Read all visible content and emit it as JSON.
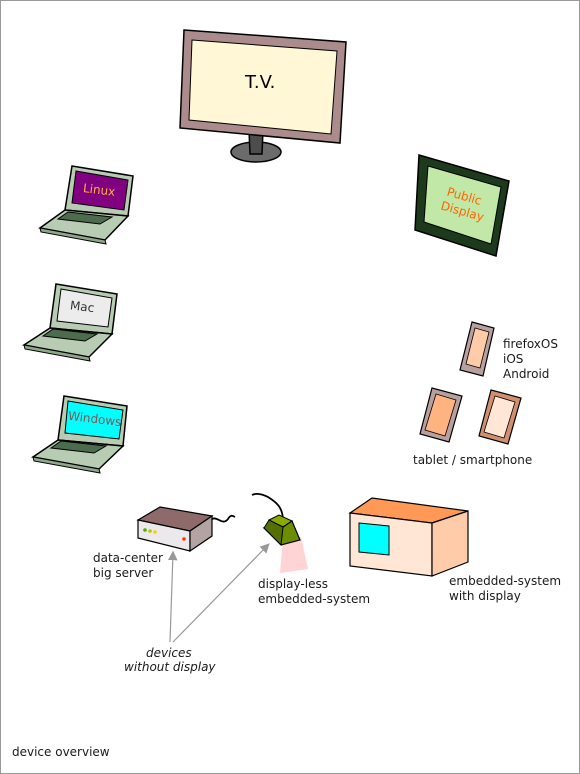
{
  "title": "device overview",
  "devices": {
    "tv": {
      "label": "T.V."
    },
    "public_display": {
      "line1": "Public",
      "line2": "Display"
    },
    "linux": {
      "label": "Linux"
    },
    "mac": {
      "label": "Mac"
    },
    "windows": {
      "label": "Windows"
    },
    "mobile": {
      "os1": "firefoxOS",
      "os2": "iOS",
      "os3": "Android",
      "caption": "tablet / smartphone"
    },
    "server": {
      "line1": "data-center",
      "line2": "big server"
    },
    "displayless": {
      "line1": "display-less",
      "line2": "embedded-system"
    },
    "embedded": {
      "line1": "embedded-system",
      "line2": "with display"
    },
    "nodisplay": {
      "line1": "devices",
      "line2": "without display"
    }
  },
  "colors": {
    "tv_frame": "#ab8b8b",
    "tv_screen": "#fff7d5",
    "public_frame": "#1d3a1d",
    "public_screen": "#c2e8a8",
    "public_text": "#ff6600",
    "laptop_body": "#b8ccb4",
    "linux_screen": "#800080",
    "linux_text": "#ffb13b",
    "mac_screen": "#ececec",
    "windows_screen": "#00ffff",
    "windows_text": "#8b5252",
    "tablet_frame": "#b8a0a0",
    "tablet_screen": "#ffccaa",
    "server_top": "#8e6a6a",
    "embedded_top": "#ff9955",
    "embedded_front": "#ffe6d5",
    "embedded_screen": "#00ffff",
    "sensor": "#6b8e00",
    "arrow": "#999999"
  }
}
